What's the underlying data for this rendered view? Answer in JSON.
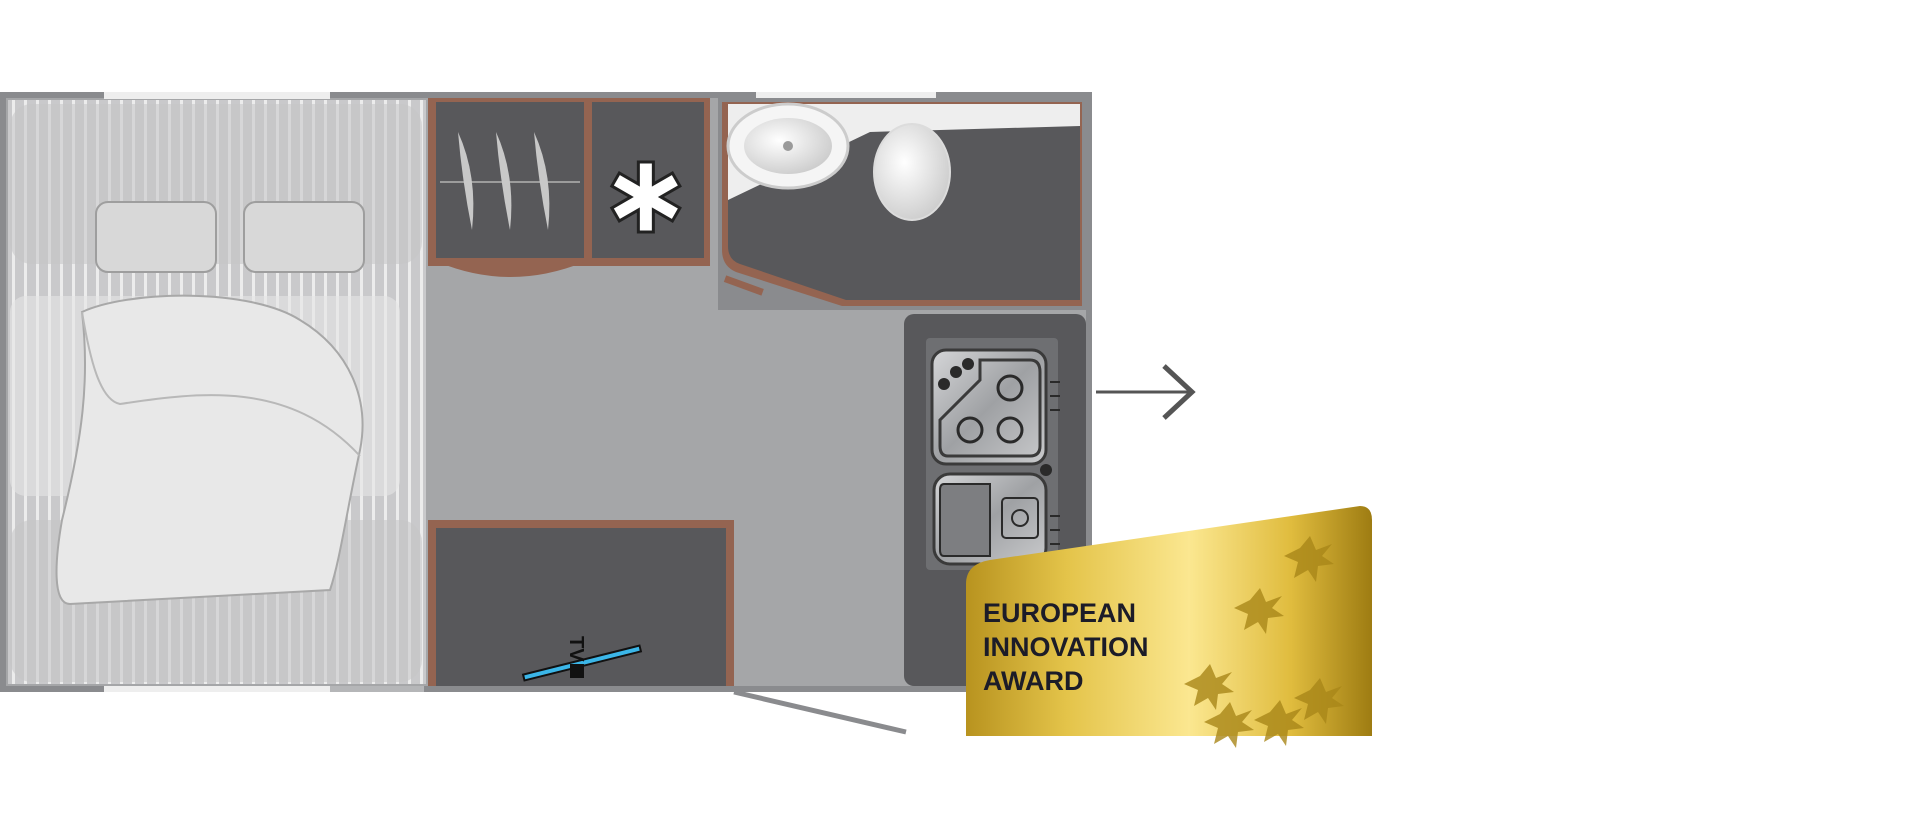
{
  "floorplan": {
    "fridge_symbol": "✱",
    "tv_label": "TV",
    "direction_arrow": "arrow-right-icon"
  },
  "award": {
    "line1": "EUROPEAN",
    "line2": "INNOVATION",
    "line3": "AWARD"
  },
  "colors": {
    "floor": "#a5a6a8",
    "walls": "#8a8b8e",
    "cabinet": "#58585b",
    "wood_trim": "#946451",
    "gold": "#e8c84c",
    "tv_blue": "#3bb6e8"
  }
}
